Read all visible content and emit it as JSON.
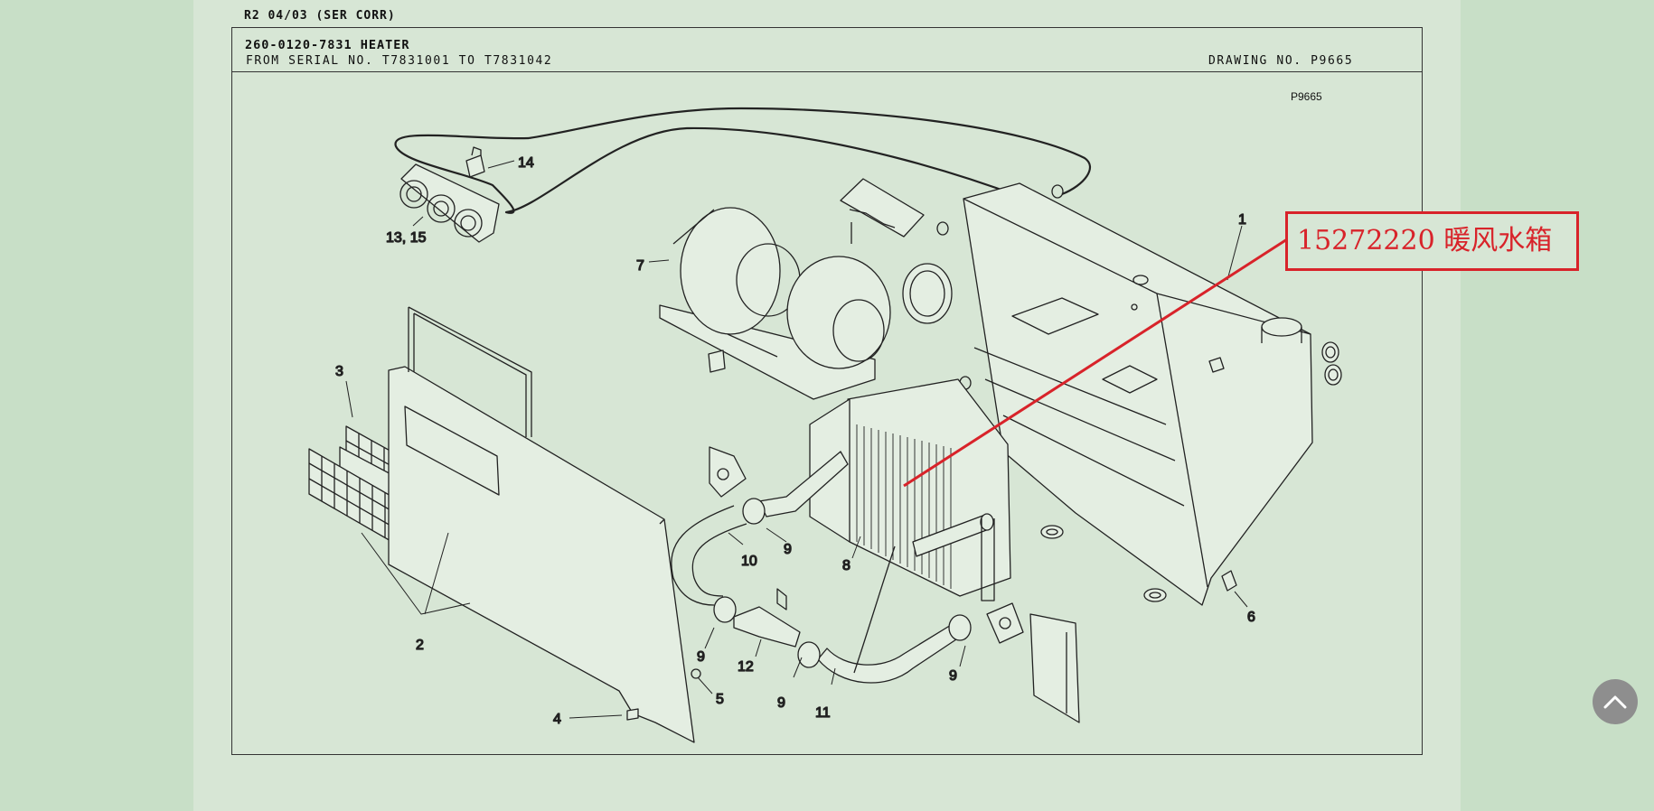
{
  "header": {
    "revision": "R2 04/03 (SER CORR)",
    "title": "260-0120-7831 HEATER",
    "serial_range": "FROM SERIAL NO. T7831001 TO T7831042",
    "drawing_no": "DRAWING NO. P9665"
  },
  "diagram": {
    "corner_ref": "P9665",
    "labels": {
      "l1": "1",
      "l2": "2",
      "l3": "3",
      "l4": "4",
      "l5": "5",
      "l6": "6",
      "l7": "7",
      "l8": "8",
      "l9a": "9",
      "l9b": "9",
      "l9c": "9",
      "l9d": "9",
      "l10": "10",
      "l11": "11",
      "l12": "12",
      "l13_15": "13, 15",
      "l14": "14"
    }
  },
  "annotation": {
    "text": "15272220  暖风水箱",
    "color": "#d8232a"
  },
  "controls": {
    "scroll_top_icon": "chevron-up-icon"
  }
}
